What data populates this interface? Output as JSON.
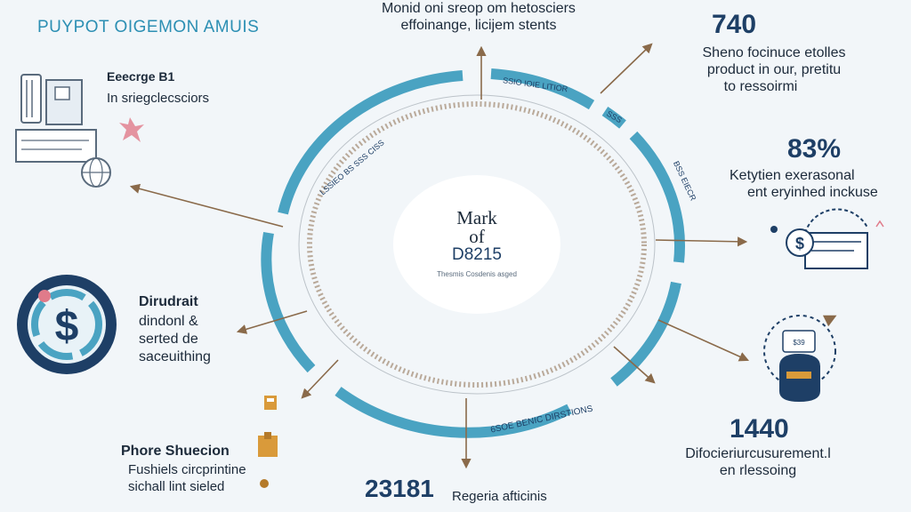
{
  "header": {
    "title": "PUYPOT OIGEMON AMUIS"
  },
  "colors": {
    "teal": "#4aa3c2",
    "navy": "#1e3f66",
    "arrow": "#8a6a4a",
    "accent": "#e07b8a",
    "gold": "#d99a3a"
  },
  "center": {
    "line1": "Mark",
    "line2": "of",
    "line3": "D8215",
    "caption": "Thesmis Cosdenis asged"
  },
  "ring_labels": {
    "top": "SSIO IOIE LITIOR",
    "top_small": "SSS",
    "bottom": "6SOE BENIC DIRSTIONS",
    "upper_left": "LSSIEO BS SSS CISS",
    "right": "BSS EIECR"
  },
  "items": {
    "top": {
      "line1": "Monid oni sreop om hetosciers",
      "line2": "effoinange, licijem stents"
    },
    "top_right": {
      "value": "740",
      "line1": "Sheno focinuce etolles",
      "line2": "product in our, pretitu",
      "line3": "to ressoirmi"
    },
    "right": {
      "value": "83%",
      "line1": "Ketytien exerasonal",
      "line2": "ent eryinhed inckuse"
    },
    "bottom_right": {
      "value": "1440",
      "line1": "Difocieriurcusurement.l",
      "line2": "en rlessoing"
    },
    "bottom": {
      "value": "23181",
      "label": "Regeria afticinis"
    },
    "left_top": {
      "title": "Eeecrge B1",
      "sub": "In sriegclecsciors"
    },
    "left_mid": {
      "line1": "Dirudrait",
      "line2": "dindonl &",
      "line3": "serted de",
      "line4": "saceuithing"
    },
    "left_bottom": {
      "title": "Phore Shuecion",
      "line1": "Fushiels circprintine",
      "line2": "sichall lint sieled"
    }
  }
}
